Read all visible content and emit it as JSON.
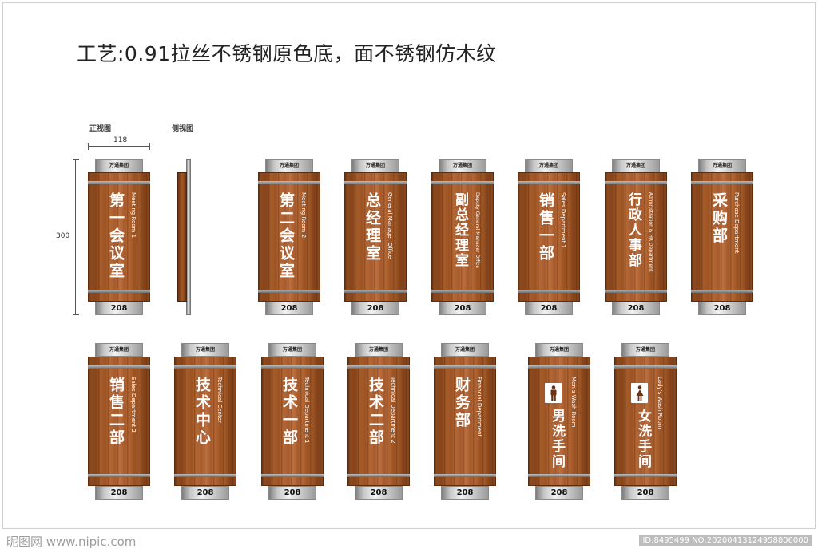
{
  "title": "工艺:0.91拉丝不锈钢原色底，面不锈钢仿木纹",
  "views": {
    "front": "正视图",
    "side": "侧视图"
  },
  "dimensions": {
    "width": "118",
    "height": "300"
  },
  "brand": "万通集团",
  "room_number": "208",
  "signs": [
    {
      "cn": "第一会议室",
      "en": "Meeting Room 1"
    },
    {
      "cn": "第二会议室",
      "en": "Meeting Room 2"
    },
    {
      "cn": "总经理室",
      "en": "General Manager Office"
    },
    {
      "cn": "副总经理室",
      "en": "Deputy General Manager Office"
    },
    {
      "cn": "销售一部",
      "en": "Sales Department 1"
    },
    {
      "cn": "行政人事部",
      "en": "Administration & HR Department"
    },
    {
      "cn": "采购部",
      "en": "Purchase Department"
    },
    {
      "cn": "销售二部",
      "en": "Sales Department 2"
    },
    {
      "cn": "技术中心",
      "en": "Technical Center"
    },
    {
      "cn": "技术一部",
      "en": "Technical Department 1"
    },
    {
      "cn": "技术二部",
      "en": "Technical Department 2"
    },
    {
      "cn": "财务部",
      "en": "Financial Department"
    },
    {
      "cn": "男洗手间",
      "en": "Men's Wash Room",
      "icon": "man-icon"
    },
    {
      "cn": "女洗手间",
      "en": "Lady's Wash Room",
      "icon": "woman-icon"
    }
  ],
  "watermark": {
    "site": "昵图网 www.nipic.com",
    "id": "ID:8495499 NO:20200413124958806000"
  },
  "colors": {
    "wood": "#a65a27",
    "steel": "#d4d4d4",
    "text": "#ffffff"
  }
}
